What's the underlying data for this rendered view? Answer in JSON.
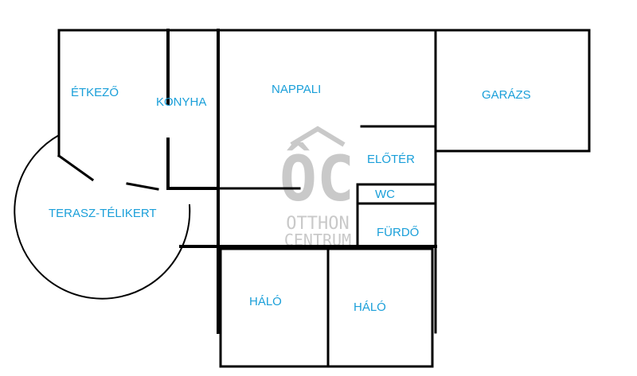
{
  "rooms": {
    "etkezo": "ÉTKEZŐ",
    "konyha": "KONYHA",
    "nappali": "NAPPALI",
    "garazs": "GARÁZS",
    "eloter": "ELŐTÉR",
    "wc": "WC",
    "furdo": "FÜRDŐ",
    "terasz": "TERASZ-TÉLIKERT",
    "halo1": "HÁLÓ",
    "halo2": "HÁLÓ"
  },
  "watermark": {
    "logo": "ÔC",
    "line1": "OTTHON",
    "line2": "CENTRUM"
  },
  "colors": {
    "label": "#1a9fd9",
    "wall": "#000000",
    "watermark": "#c9c9c9"
  }
}
